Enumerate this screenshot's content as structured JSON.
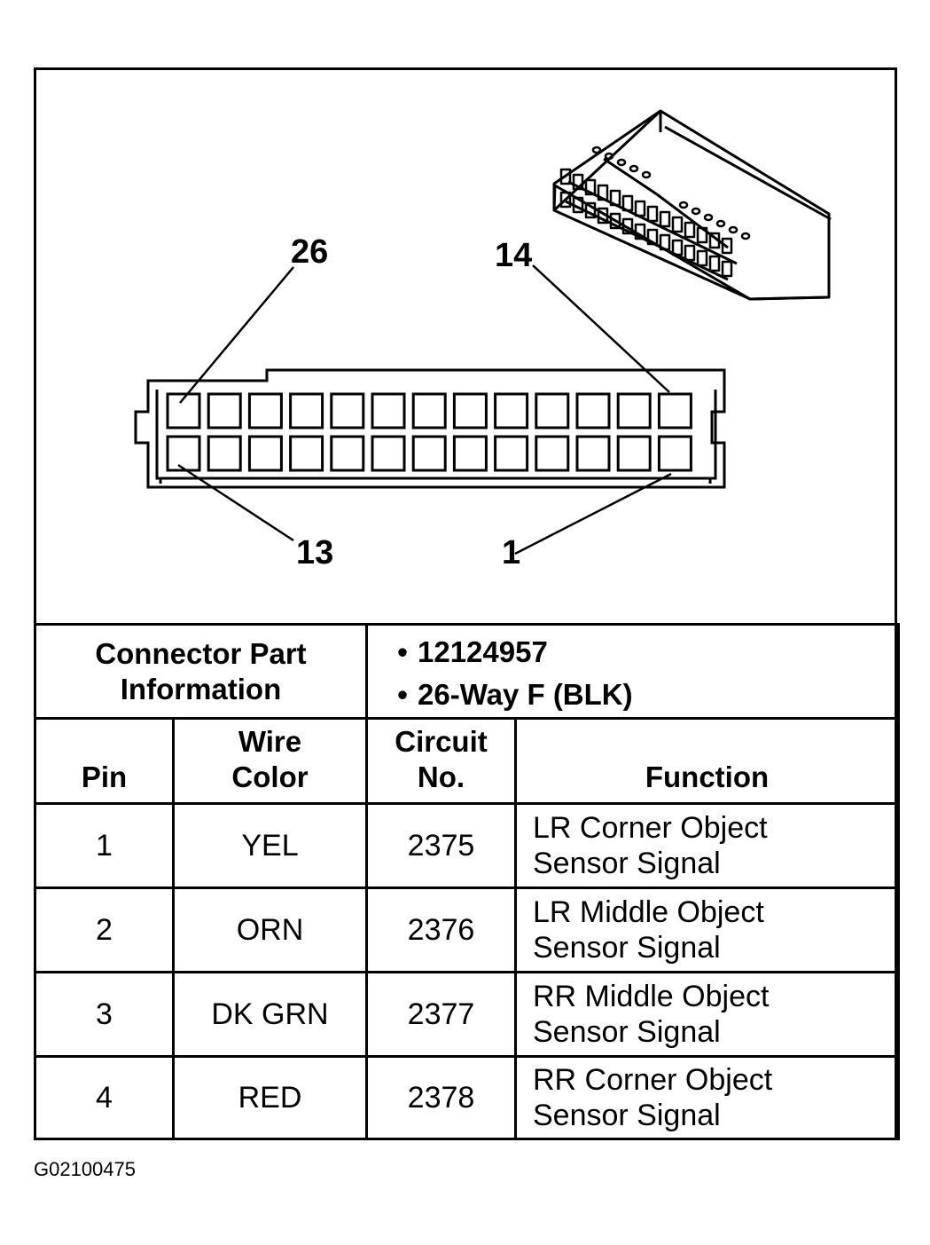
{
  "figure_id": "G02100475",
  "pin_callouts": [
    "26",
    "14",
    "13",
    "1"
  ],
  "connector_info": {
    "label_line1": "Connector Part",
    "label_line2": "Information",
    "part_number": "12124957",
    "description": "26-Way F (BLK)"
  },
  "table": {
    "headers": {
      "pin": "Pin",
      "wire_color_line1": "Wire",
      "wire_color_line2": "Color",
      "circuit_line1": "Circuit",
      "circuit_line2": "No.",
      "function": "Function"
    },
    "rows": [
      {
        "pin": "1",
        "wire_color": "YEL",
        "circuit": "2375",
        "function_line1": "LR Corner Object",
        "function_line2": "Sensor Signal"
      },
      {
        "pin": "2",
        "wire_color": "ORN",
        "circuit": "2376",
        "function_line1": "LR Middle Object",
        "function_line2": "Sensor Signal"
      },
      {
        "pin": "3",
        "wire_color": "DK GRN",
        "circuit": "2377",
        "function_line1": "RR Middle Object",
        "function_line2": "Sensor Signal"
      },
      {
        "pin": "4",
        "wire_color": "RED",
        "circuit": "2378",
        "function_line1": "RR Corner Object",
        "function_line2": "Sensor Signal"
      }
    ]
  }
}
